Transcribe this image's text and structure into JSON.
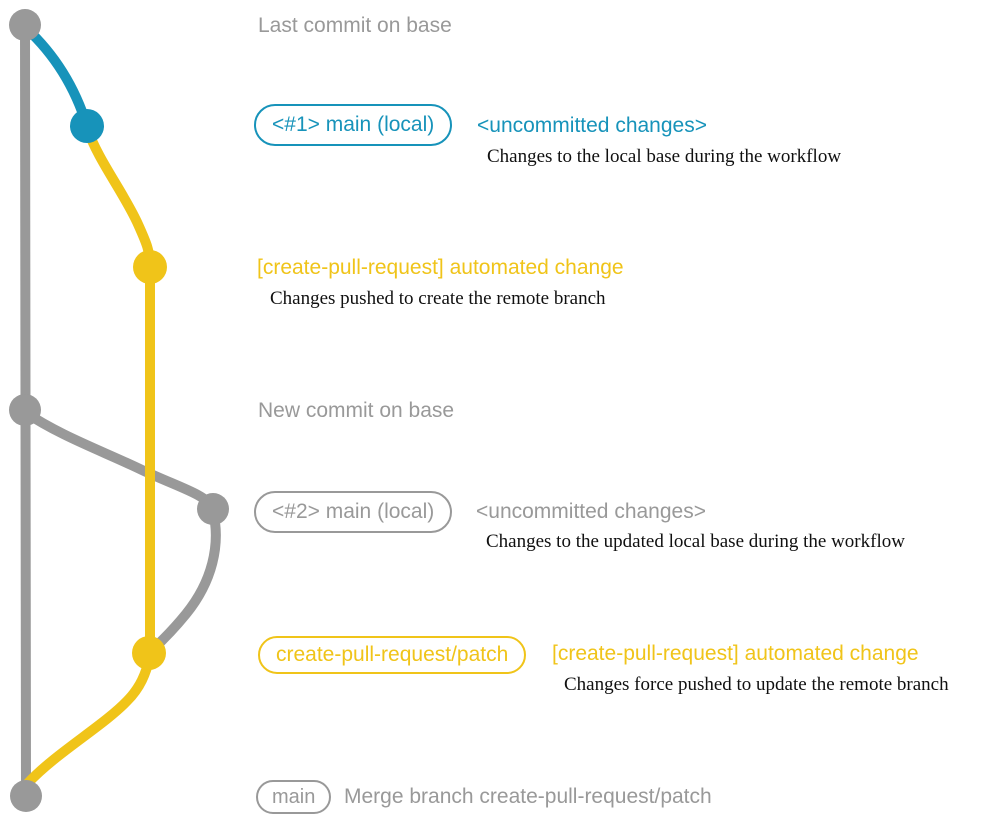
{
  "colors": {
    "gray": "#999999",
    "blue": "#1793ba",
    "yellow": "#f0c419",
    "ink": "#101010"
  },
  "annotations": {
    "last_commit": "Last commit on base",
    "new_commit": "New commit on base"
  },
  "rows": {
    "local1": {
      "badge": "<#1> main (local)",
      "title": "<uncommitted changes>",
      "description": "Changes to the local base during the workflow"
    },
    "push1": {
      "title": "[create-pull-request] automated change",
      "description": "Changes pushed to create the remote branch"
    },
    "local2": {
      "badge": "<#2> main (local)",
      "title": "<uncommitted changes>",
      "description": "Changes to the updated local base during the workflow"
    },
    "push2": {
      "badge": "create-pull-request/patch",
      "title": "[create-pull-request] automated change",
      "description": "Changes force pushed to update the remote branch"
    },
    "merge": {
      "badge": "main",
      "title": "Merge branch create-pull-request/patch"
    }
  }
}
